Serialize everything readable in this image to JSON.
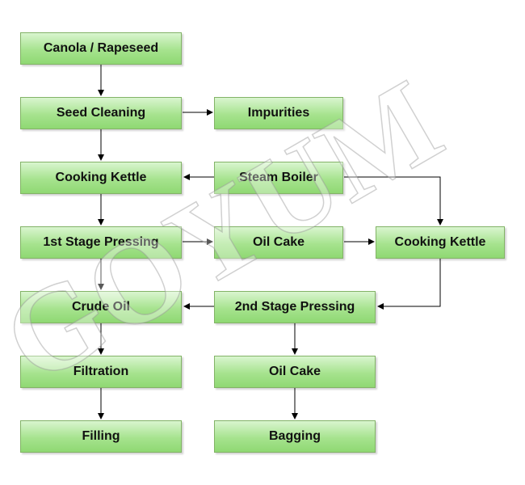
{
  "watermark": "GOYUM",
  "nodes": {
    "canola": "Canola / Rapeseed",
    "seed_cleaning": "Seed Cleaning",
    "impurities": "Impurities",
    "cooking_kettle_1": "Cooking Kettle",
    "steam_boiler": "Steam Boiler",
    "first_stage": "1st Stage Pressing",
    "oil_cake_1": "Oil Cake",
    "cooking_kettle_2": "Cooking Kettle",
    "crude_oil": "Crude Oil",
    "second_stage": "2nd Stage Pressing",
    "filtration": "Filtration",
    "oil_cake_2": "Oil Cake",
    "filling": "Filling",
    "bagging": "Bagging"
  }
}
